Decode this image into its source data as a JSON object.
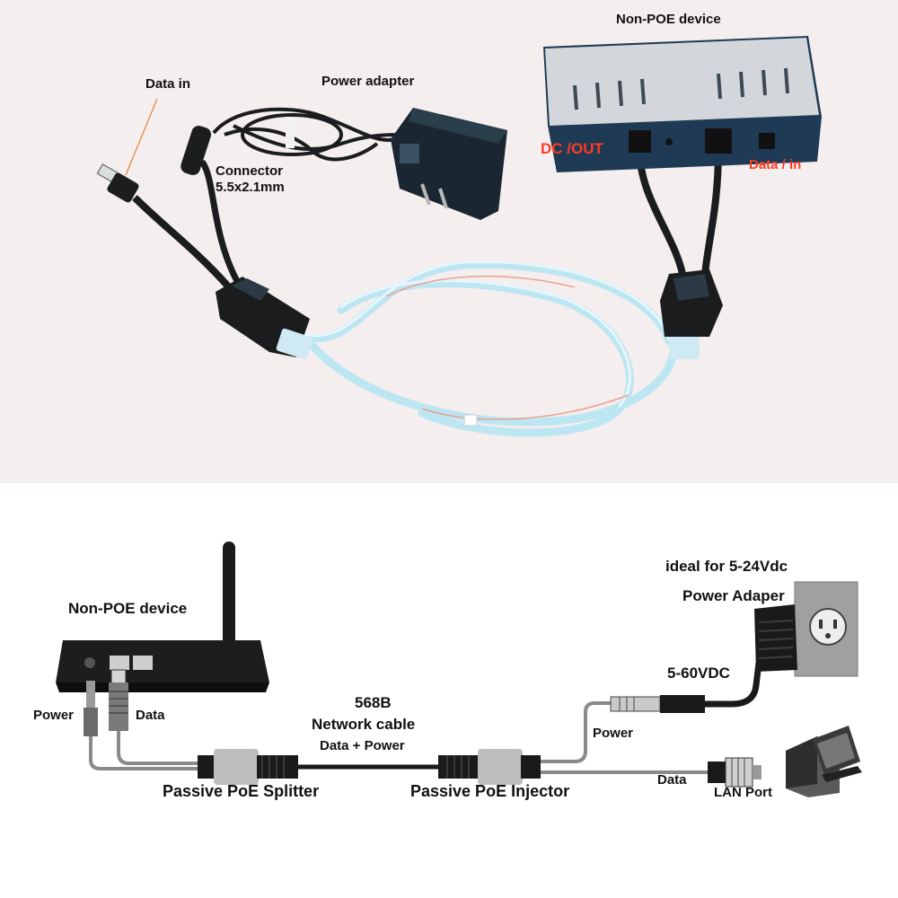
{
  "top_photo": {
    "labels": {
      "non_poe_device": "Non-POE device",
      "data_in": "Data in",
      "power_adapter": "Power adapter",
      "connector": "Connector",
      "connector_size": "5.5x2.1mm",
      "dc_out": "DC /OUT",
      "device_data_in": "Data / in"
    }
  },
  "diagram": {
    "labels": {
      "non_poe_device": "Non-POE device",
      "power": "Power",
      "data": "Data",
      "cable_568b": "568B",
      "network_cable": "Network cable",
      "data_power": "Data + Power",
      "splitter": "Passive PoE Splitter",
      "injector": "Passive PoE Injector",
      "ideal_for": "ideal for 5-24Vdc",
      "power_adapter": "Power Adaper",
      "voltage": "5-60VDC",
      "power_right": "Power",
      "data_right": "Data",
      "lan_port": "LAN Port"
    }
  },
  "colors": {
    "photo_bg": "#f5eeee",
    "cable_blue": "#bde6f3",
    "cable_black": "#1a1c1e",
    "device_silver": "#cfd2d6",
    "device_navy": "#1e3a55",
    "label_red": "#ff3b1f",
    "gray_cable": "#888888"
  }
}
